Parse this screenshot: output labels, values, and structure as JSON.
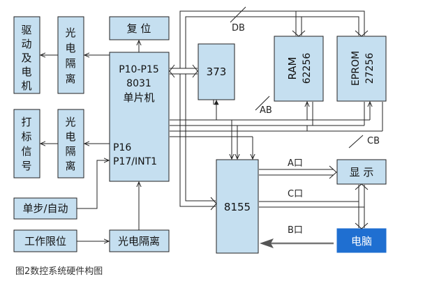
{
  "blocks": {
    "drive_motor": [
      "驱",
      "动",
      "及",
      "电",
      "机"
    ],
    "opto_isolation_top": [
      "光",
      "电",
      "隔",
      "离"
    ],
    "reset": "复 位",
    "mcu": {
      "line1": "P10-P15",
      "line2": "8031",
      "line3": "单片机",
      "line4": "P16",
      "line5": "P17/INT1"
    },
    "latch_373": "373",
    "ram": [
      "RAM",
      "62256"
    ],
    "eprom": [
      "EPROM",
      "27256"
    ],
    "marking_signal": [
      "打",
      "标",
      "信",
      "号"
    ],
    "opto_isolation_mid": [
      "光",
      "电",
      "隔",
      "离"
    ],
    "step_auto": "单步/自动",
    "work_limit": "工作限位",
    "opto_isolation_bottom": "光电隔离",
    "chip_8155": "8155",
    "display": "显  示",
    "computer": "电脑"
  },
  "bus_labels": {
    "db": "DB",
    "ab": "AB",
    "cb": "CB"
  },
  "port_labels": {
    "a": "A口",
    "c": "C口",
    "b": "B口"
  },
  "caption": "图2数控系统硬件构图",
  "colors": {
    "block_fill": "#c5dff0",
    "computer_fill": "#1f6fd1",
    "line": "#222222"
  }
}
